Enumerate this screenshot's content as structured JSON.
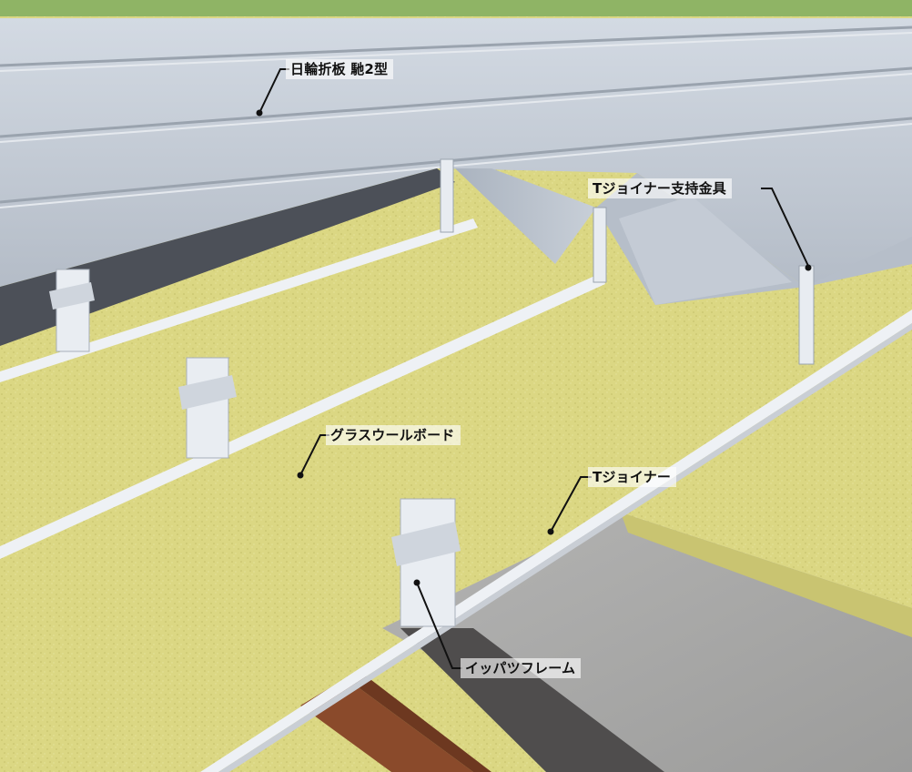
{
  "colors": {
    "top_band": "#8fb465",
    "roof_panel": "#bcc4cf",
    "roof_panel_light": "#cfd6df",
    "glasswool": "#dbd783",
    "glasswool_dark": "#c7c36f",
    "t_joiner": "#e9edf2",
    "ceiling_gray": "#a7a7a6",
    "beam_brown": "#8a4a2b"
  },
  "labels": {
    "roof_panel": "日輪折板 馳2型",
    "support_bracket": "Tジョイナー支持金具",
    "glass_wool_board": "グラスウールボード",
    "t_joiner": "Tジョイナー",
    "ippatsu_frame": "イッパツフレーム"
  }
}
